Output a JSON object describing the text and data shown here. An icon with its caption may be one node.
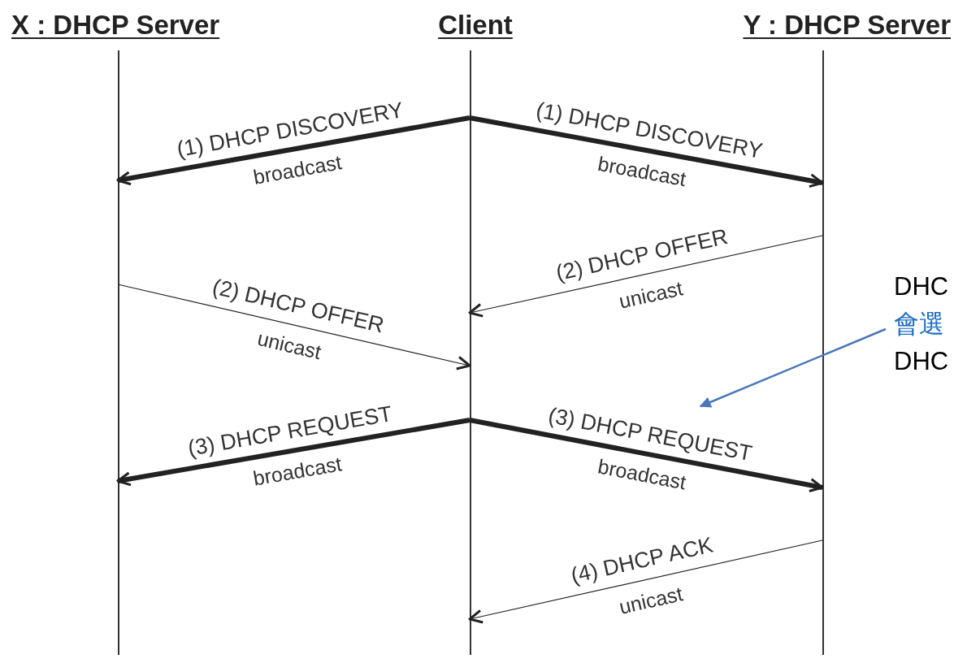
{
  "diagram": {
    "nodes": [
      {
        "text": [
          "X : DHCP Server"
        ]
      },
      {
        "text": [
          "Client"
        ]
      },
      {
        "text": [
          "Y : DHCP Server"
        ]
      },
      {
        "text": [
          "DHC",
          "會選",
          "DHC"
        ]
      }
    ],
    "edges": [
      {
        "from": 1,
        "to": 0,
        "arrow": "to",
        "label": "(1) DHCP DISCOVERY",
        "style": "thick"
      },
      {
        "from": 1,
        "to": 2,
        "arrow": "to",
        "label": "(1) DHCP DISCOVERY",
        "style": "thick"
      },
      {
        "from": 2,
        "to": 1,
        "arrow": "to",
        "label": "(2) DHCP OFFER"
      },
      {
        "from": 0,
        "to": 1,
        "arrow": "to",
        "label": "(2) DHCP OFFER"
      },
      {
        "from": 1,
        "to": 0,
        "arrow": "to",
        "label": "(3) DHCP REQUEST",
        "style": "thick"
      },
      {
        "from": 1,
        "to": 2,
        "arrow": "to",
        "label": "(3) DHCP REQUEST",
        "style": "thick"
      },
      {
        "from": 2,
        "to": 1,
        "arrow": "to",
        "label": "(4) DHCP ACK"
      },
      {
        "from": 3,
        "to": null,
        "arrow": "to",
        "color": "#4a78b8"
      }
    ],
    "labels": [
      "broadcast",
      "broadcast",
      "unicast",
      "unicast",
      "broadcast",
      "broadcast",
      "unicast"
    ]
  }
}
